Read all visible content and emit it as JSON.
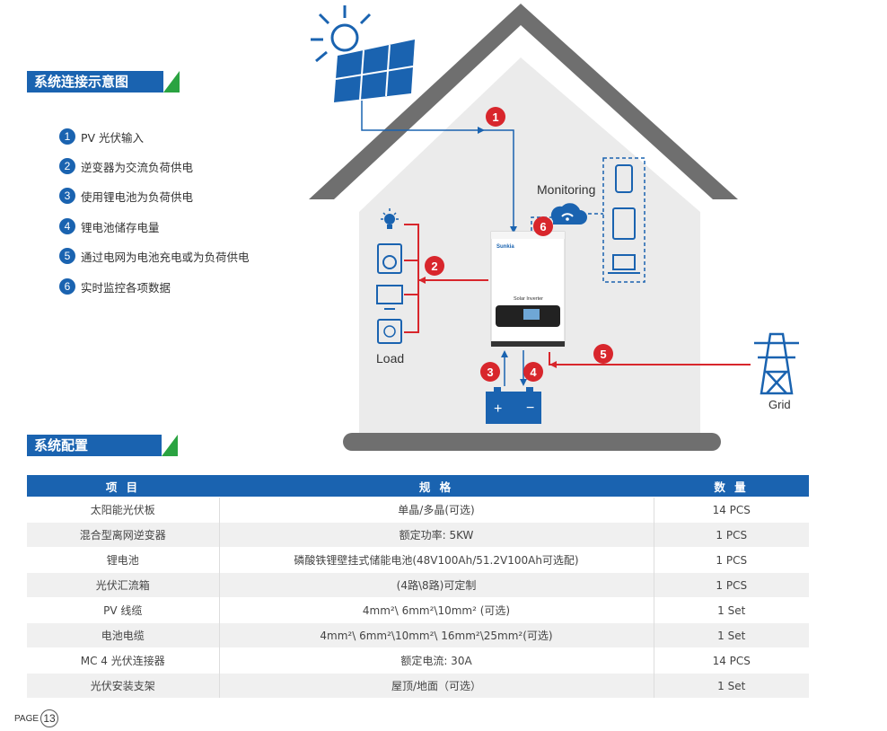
{
  "sections": {
    "diagram_title": "系统连接示意图",
    "config_title": "系统配置"
  },
  "legend": [
    {
      "num": "1",
      "text": "PV 光伏输入"
    },
    {
      "num": "2",
      "text": "逆变器为交流负荷供电"
    },
    {
      "num": "3",
      "text": "使用锂电池为负荷供电"
    },
    {
      "num": "4",
      "text": "锂电池储存电量"
    },
    {
      "num": "5",
      "text": "通过电网为电池充电或为负荷供电"
    },
    {
      "num": "6",
      "text": "实时监控各项数据"
    }
  ],
  "diagram": {
    "monitoring_label": "Monitoring",
    "load_label": "Load",
    "grid_label": "Grid",
    "inverter_label": "Solar Inverter",
    "brand_label": "Sunkia",
    "battery_plus": "+",
    "battery_minus": "−",
    "markers": [
      "1",
      "2",
      "3",
      "4",
      "5",
      "6"
    ]
  },
  "table": {
    "headers": [
      "项 目",
      "规 格",
      "数 量"
    ],
    "rows": [
      [
        "太阳能光伏板",
        "单晶/多晶(可选)",
        "14 PCS"
      ],
      [
        "混合型离网逆变器",
        "额定功率: 5KW",
        "1 PCS"
      ],
      [
        "锂电池",
        "磷酸铁锂壁挂式储能电池(48V100Ah/51.2V100Ah可选配)",
        "1 PCS"
      ],
      [
        "光伏汇流箱",
        "(4路\\8路)可定制",
        "1 PCS"
      ],
      [
        "PV 线缆",
        "4mm²\\ 6mm²\\10mm² (可选)",
        "1 Set"
      ],
      [
        "电池电缆",
        "4mm²\\ 6mm²\\10mm²\\ 16mm²\\25mm²(可选)",
        "1 Set"
      ],
      [
        "MC 4 光伏连接器",
        "额定电流: 30A",
        "14 PCS"
      ],
      [
        "光伏安装支架",
        "屋顶/地面（可选）",
        "1 Set"
      ]
    ]
  },
  "footer": {
    "page_label": "PAGE",
    "page_number": "13"
  },
  "colors": {
    "brand_blue": "#1a63b0",
    "accent_green": "#2aa341",
    "marker_red": "#d8262c",
    "house_gray": "#6f6f6f",
    "wall_gray": "#ebebeb"
  }
}
